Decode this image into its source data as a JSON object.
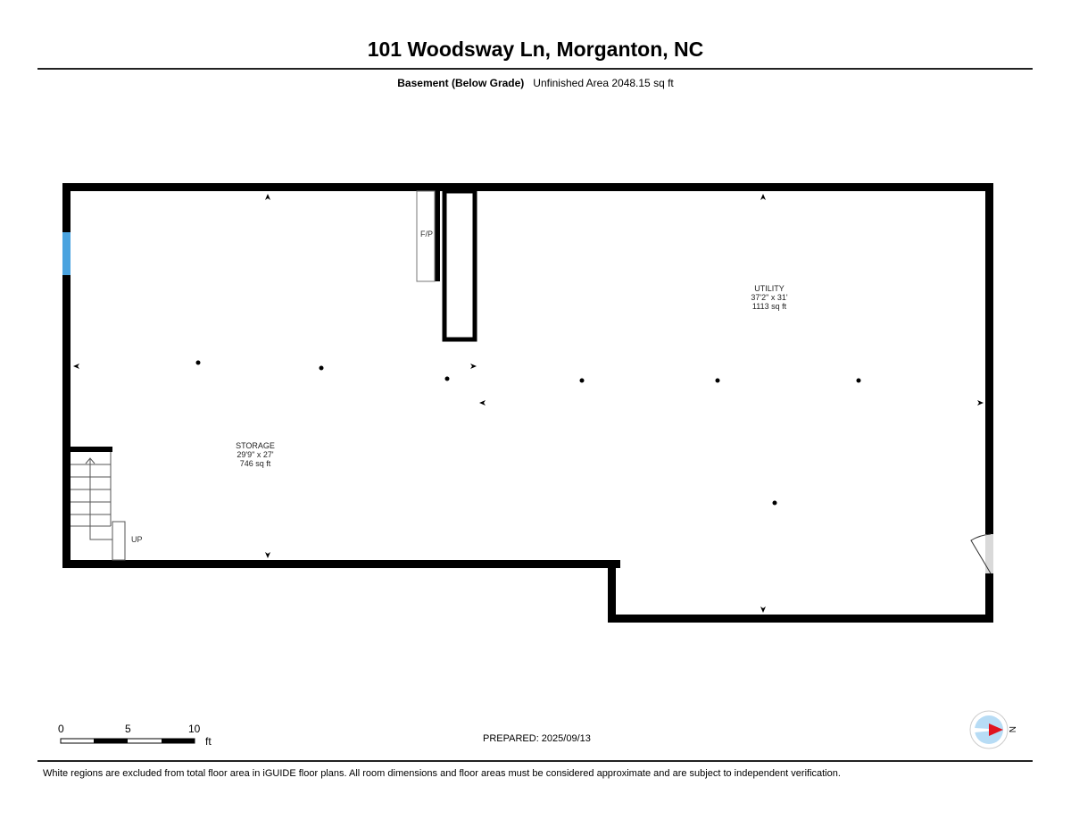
{
  "header": {
    "title": "101 Woodsway Ln, Morganton, NC",
    "floor_label": "Basement (Below Grade)",
    "area_text": "Unfinished Area 2048.15 sq ft"
  },
  "rooms": [
    {
      "name": "STORAGE",
      "dims": "29'9\" x 27'",
      "area": "746 sq ft"
    },
    {
      "name": "UTILITY",
      "dims": "37'2\" x 31'",
      "area": "1113 sq ft"
    }
  ],
  "labels": {
    "fireplace": "F/P",
    "stairs": "UP"
  },
  "scale": {
    "ticks": [
      "0",
      "5",
      "10"
    ],
    "unit": "ft"
  },
  "compass": {
    "label": "N",
    "accent": "#e0141e"
  },
  "prepared": "PREPARED: 2025/09/13",
  "footer": "White regions are excluded from total floor area in iGUIDE floor plans. All room dimensions and floor areas must be considered approximate and are subject to independent verification.",
  "colors": {
    "wall": "#000000",
    "window": "#4aa3df",
    "door": "#d9d9d9"
  }
}
